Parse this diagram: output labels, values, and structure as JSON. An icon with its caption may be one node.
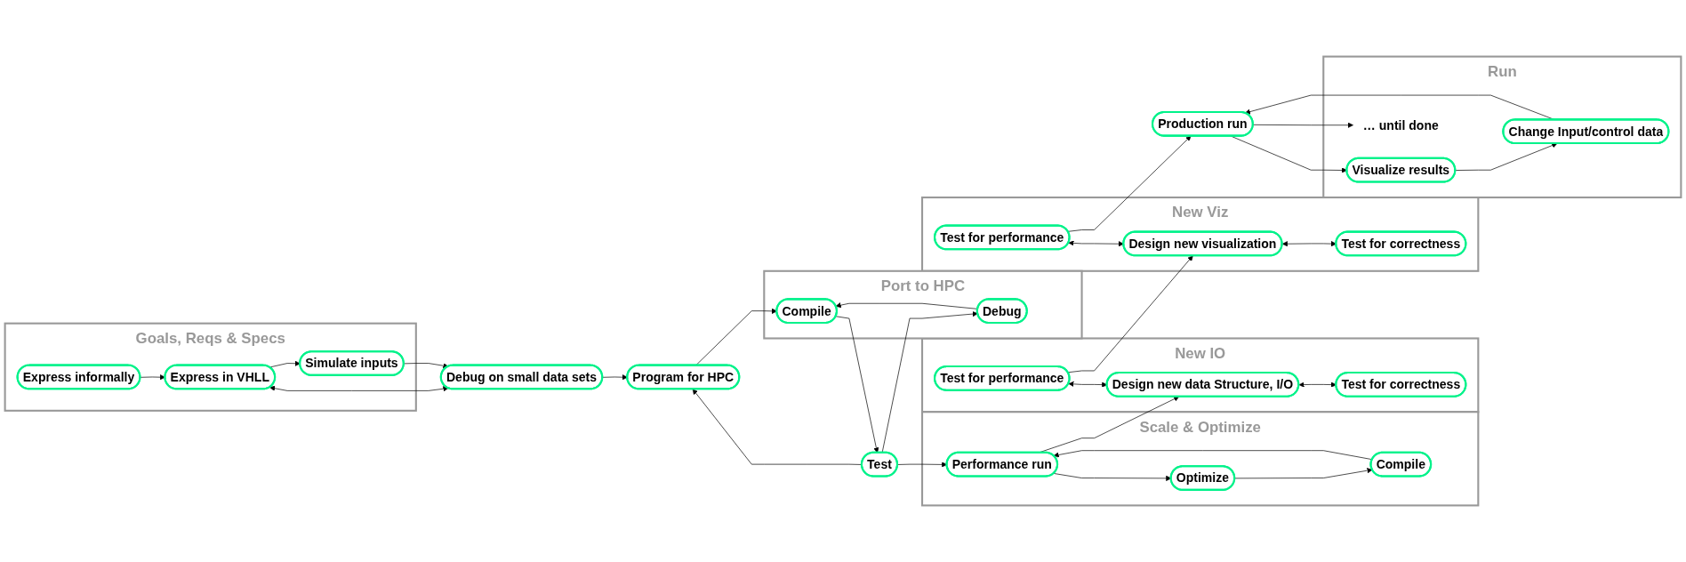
{
  "diagram": {
    "nodes": [
      {
        "text": [
          "Goals, Reqs & Specs"
        ]
      },
      {
        "text": [
          "Express informally"
        ],
        "in": 0
      },
      {
        "text": [
          "Express in VHLL"
        ],
        "in": 0
      },
      {
        "text": [
          "Debug on small data sets"
        ]
      },
      {
        "text": [
          "Simulate inputs"
        ],
        "in": 0
      },
      {
        "text": [
          "Port to HPC"
        ]
      },
      {
        "text": [
          "Debug"
        ],
        "in": 5
      },
      {
        "text": [
          "Program for HPC"
        ]
      },
      {
        "text": [
          "Test"
        ]
      },
      {
        "text": [
          "Compile"
        ],
        "in": 5
      },
      {
        "text": [
          "Scale & Optimize"
        ]
      },
      {
        "text": [
          "Optimize"
        ],
        "in": 10
      },
      {
        "text": [
          "Performance run"
        ],
        "in": 10
      },
      {
        "text": [
          "Compile"
        ],
        "in": 10
      },
      {
        "text": [
          "New IO"
        ]
      },
      {
        "text": [
          "Test for performance"
        ],
        "in": 14
      },
      {
        "text": [
          "Design new data Structure, I/O"
        ],
        "in": 14
      },
      {
        "text": [
          "Test for correctness"
        ],
        "in": 14
      },
      {
        "text": [
          "New Viz"
        ]
      },
      {
        "text": [
          "Test for performance"
        ],
        "in": 18
      },
      {
        "text": [
          "Design new visualization"
        ],
        "in": 18
      },
      {
        "text": [
          "Test for correctness"
        ],
        "in": 18
      },
      {
        "text": [
          "Run"
        ]
      },
      {
        "text": [
          "Change Input/control data"
        ],
        "in": 22
      },
      {
        "text": [
          "Production run"
        ]
      },
      {
        "text": [
          "Visualize results"
        ],
        "in": 22
      },
      {
        "text": [
          "… until done"
        ],
        "in": 22
      }
    ],
    "edges": [
      {
        "from": 1,
        "to": 2,
        "arrow": "to"
      },
      {
        "from": 2,
        "to": 3,
        "arrow": "both"
      },
      {
        "from": 2,
        "to": 4,
        "arrow": "to"
      },
      {
        "from": 4,
        "to": 3,
        "arrow": "to"
      },
      {
        "from": 3,
        "to": 7,
        "arrow": "to"
      },
      {
        "from": 8,
        "to": 7,
        "arrow": "to"
      },
      {
        "from": 6,
        "to": 9,
        "arrow": "to"
      },
      {
        "from": 7,
        "to": 9,
        "arrow": "to"
      },
      {
        "from": 9,
        "to": 8,
        "arrow": "to"
      },
      {
        "from": 8,
        "to": 6,
        "arrow": "to"
      },
      {
        "from": 8,
        "to": 12,
        "arrow": "to"
      },
      {
        "from": 11,
        "to": 13,
        "arrow": "to"
      },
      {
        "from": 13,
        "to": 12,
        "arrow": "to"
      },
      {
        "from": 12,
        "to": 11,
        "arrow": "to"
      },
      {
        "from": 12,
        "to": 16,
        "arrow": "to"
      },
      {
        "from": 15,
        "to": 16,
        "arrow": "both"
      },
      {
        "from": 16,
        "to": 17,
        "arrow": "both"
      },
      {
        "from": 15,
        "to": 20,
        "arrow": "to"
      },
      {
        "from": 19,
        "to": 20,
        "arrow": "both"
      },
      {
        "from": 20,
        "to": 21,
        "arrow": "both"
      },
      {
        "from": 19,
        "to": 24,
        "arrow": "to"
      },
      {
        "from": 23,
        "to": 24,
        "arrow": "to"
      },
      {
        "from": 24,
        "to": 25,
        "arrow": "to"
      },
      {
        "from": 25,
        "to": 23,
        "arrow": "to"
      },
      {
        "from": 24,
        "to": 26,
        "arrow": "to"
      }
    ]
  }
}
